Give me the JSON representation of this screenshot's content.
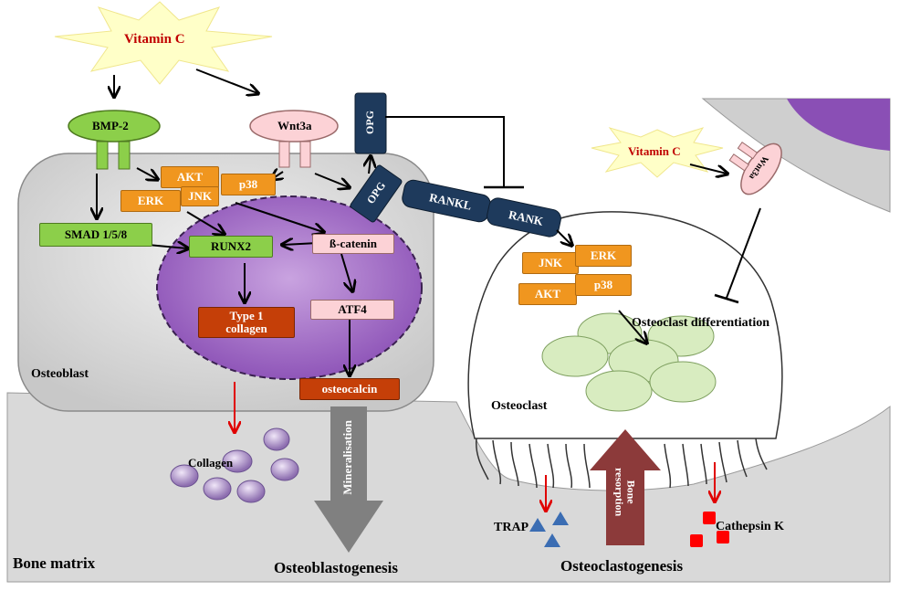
{
  "vitamin_c": "Vitamin C",
  "vitamin_c_right": "Vitamin C",
  "bmp2": "BMP-2",
  "wnt3a": "Wnt3a",
  "wnt3a_right": "Wnt3a",
  "opg_top": "OPG",
  "opg_mid": "OPG",
  "rankl": "RANKL",
  "rank": "RANK",
  "osteoblast_kinases": {
    "akt": "AKT",
    "erk": "ERK",
    "jnk": "JNK",
    "p38": "p38"
  },
  "smad": "SMAD 1/5/8",
  "runx2": "RUNX2",
  "beta_catenin": "ß-catenin",
  "atf4": "ATF4",
  "type1_collagen_line1": "Type 1",
  "type1_collagen_line2": "collagen",
  "osteocalcin": "osteocalcin",
  "osteoblast": "Osteoblast",
  "collagen": "Collagen",
  "mineralisation": "Mineralisation",
  "bone_matrix": "Bone matrix",
  "osteoblastogenesis": "Osteoblastogenesis",
  "osteoclast_kinases": {
    "jnk": "JNK",
    "erk": "ERK",
    "akt": "AKT",
    "p38": "p38"
  },
  "osteoclast_differentiation": "Osteoclast differentiation",
  "osteoclast": "Osteoclast",
  "bone_resorption_line1": "Bone",
  "bone_resorption_line2": "resorption",
  "trap": "TRAP",
  "cathepsin_k": "Cathepsin K",
  "osteoclastogenesis": "Osteoclastogenesis",
  "colors": {
    "orange": "#f0961f",
    "green": "#8ccf4a",
    "pink": "#fcd2d6",
    "dark_red": "#c53f08",
    "navy": "#1e3a5c",
    "purple": "#9b5fc0",
    "vitamin_text": "#c00000",
    "starburst": "#ffffc8",
    "bone": "#d9d9d9",
    "vesicle": "#d8ecc0",
    "trap_triangle": "#3b6db3",
    "cathepsin_square": "#ff0000",
    "resorption_arrow": "#8c3a3a",
    "mineral_arrow": "#808080"
  }
}
